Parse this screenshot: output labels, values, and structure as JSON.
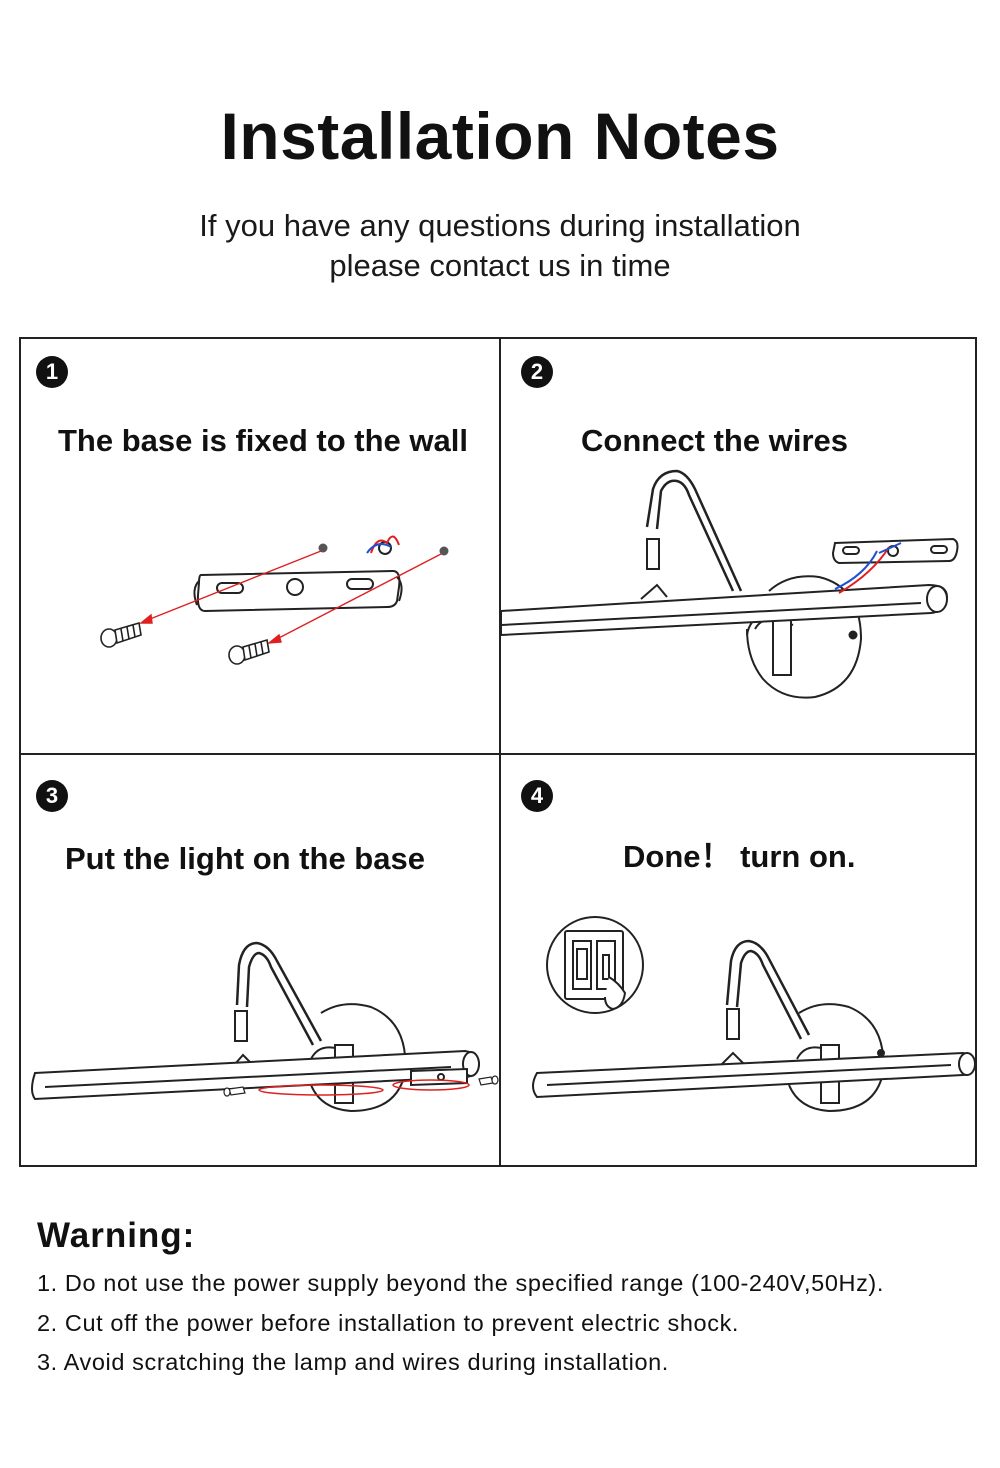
{
  "header": {
    "title": "Installation Notes",
    "subtitle_line1": "If you have any questions during installation",
    "subtitle_line2": "please contact us in time"
  },
  "steps": [
    {
      "number": "1",
      "title": "The base is fixed to the wall"
    },
    {
      "number": "2",
      "title": "Connect the wires"
    },
    {
      "number": "3",
      "title": "Put the light on the base"
    },
    {
      "number": "4",
      "title": "Done！ turn on."
    }
  ],
  "warning": {
    "heading": "Warning:",
    "items": [
      "1. Do not use the power supply beyond the specified range (100-240V,50Hz).",
      "2. Cut off the power before installation to prevent electric shock.",
      "3. Avoid scratching the lamp and wires during installation."
    ]
  },
  "colors": {
    "arrow": "#e02020",
    "wire_red": "#e02020",
    "wire_blue": "#2050d0",
    "line": "#222222"
  }
}
